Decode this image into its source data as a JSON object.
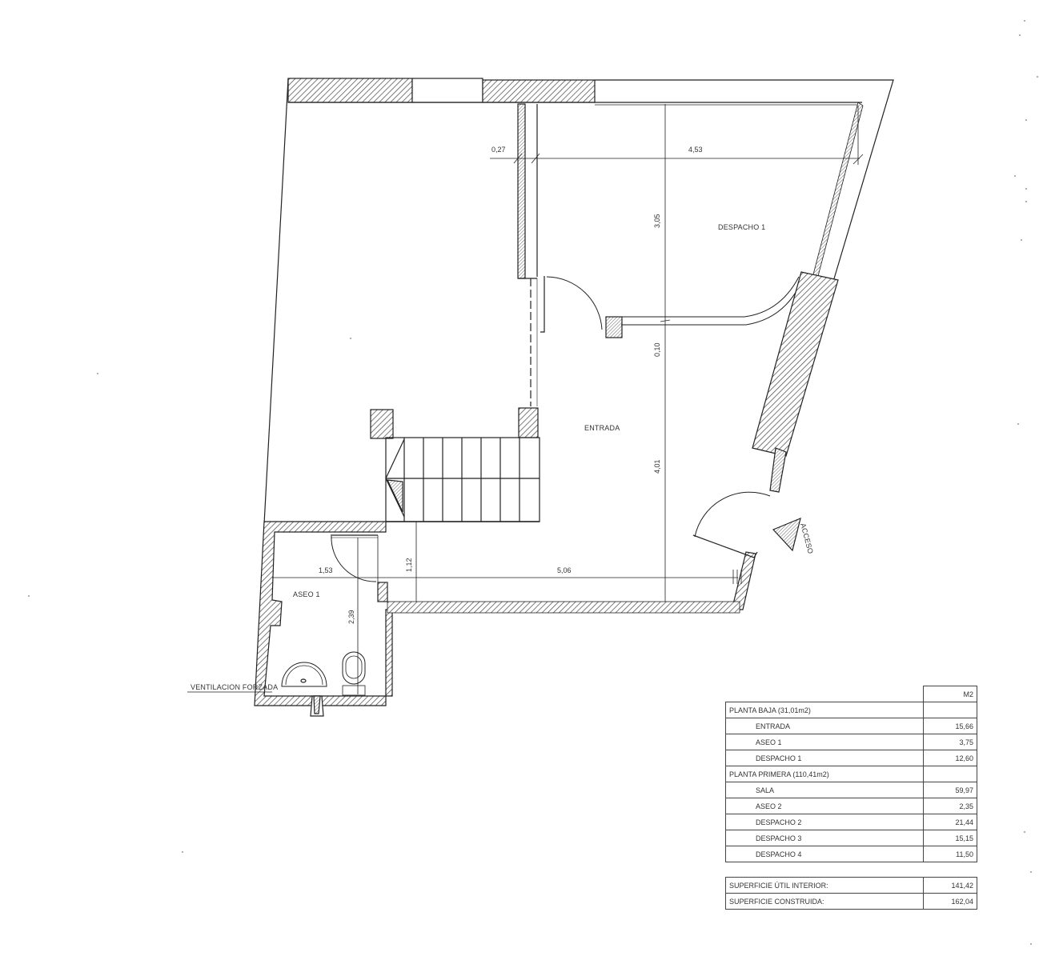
{
  "drawing": {
    "type": "architectural floor plan",
    "rooms": [
      {
        "id": "despacho1",
        "label": "DESPACHO 1"
      },
      {
        "id": "entrada",
        "label": "ENTRADA"
      },
      {
        "id": "aseo1",
        "label": "ASEO 1"
      }
    ],
    "dimensions": {
      "d027": "0,27",
      "d453": "4,53",
      "d305": "3,05",
      "d010": "0,10",
      "d401": "4,01",
      "d153": "1,53",
      "d112": "1,12",
      "d506": "5,06",
      "d239": "2,39"
    },
    "annotations": {
      "acceso": "ACCESO",
      "ventilacion": "VENTILACION FORZADA"
    },
    "colors": {
      "line": "#222222",
      "hatch": "#444444",
      "paper": "#ffffff"
    }
  },
  "summary_table": {
    "unit_header": "M2",
    "groups": [
      {
        "title": "PLANTA BAJA (31,01m2)",
        "rows": [
          {
            "name": "ENTRADA",
            "value": "15,66"
          },
          {
            "name": "ASEO 1",
            "value": "3,75"
          },
          {
            "name": "DESPACHO 1",
            "value": "12,60"
          }
        ]
      },
      {
        "title": "PLANTA PRIMERA (110,41m2)",
        "rows": [
          {
            "name": "SALA",
            "value": "59,97"
          },
          {
            "name": "ASEO 2",
            "value": "2,35"
          },
          {
            "name": "DESPACHO 2",
            "value": "21,44"
          },
          {
            "name": "DESPACHO 3",
            "value": "15,15"
          },
          {
            "name": "DESPACHO 4",
            "value": "11,50"
          }
        ]
      }
    ],
    "totals": [
      {
        "name": "SUPERFICIE ÚTIL INTERIOR:",
        "value": "141,42"
      },
      {
        "name": "SUPERFICIE CONSTRUIDA:",
        "value": "162,04"
      }
    ]
  }
}
